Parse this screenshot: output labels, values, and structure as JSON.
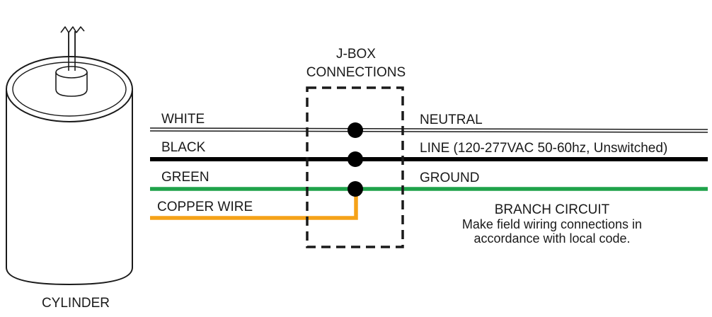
{
  "cylinder": {
    "label": "CYLINDER"
  },
  "jbox": {
    "title_line1": "J-BOX",
    "title_line2": "CONNECTIONS"
  },
  "wires": {
    "white": {
      "label": "WHITE",
      "dest": "NEUTRAL",
      "color": "#1a1a1a"
    },
    "black": {
      "label": "BLACK",
      "dest": "LINE (120-277VAC 50-60hz, Unswitched)",
      "color": "#000000"
    },
    "green": {
      "label": "GREEN",
      "dest": "GROUND",
      "color": "#1fa24a"
    },
    "copper": {
      "label": "COPPER WIRE",
      "color": "#f5a218"
    }
  },
  "branch_circuit": {
    "title": "BRANCH CIRCUIT",
    "note_line1": "Make field wiring connections in",
    "note_line2": "accordance with local code."
  }
}
